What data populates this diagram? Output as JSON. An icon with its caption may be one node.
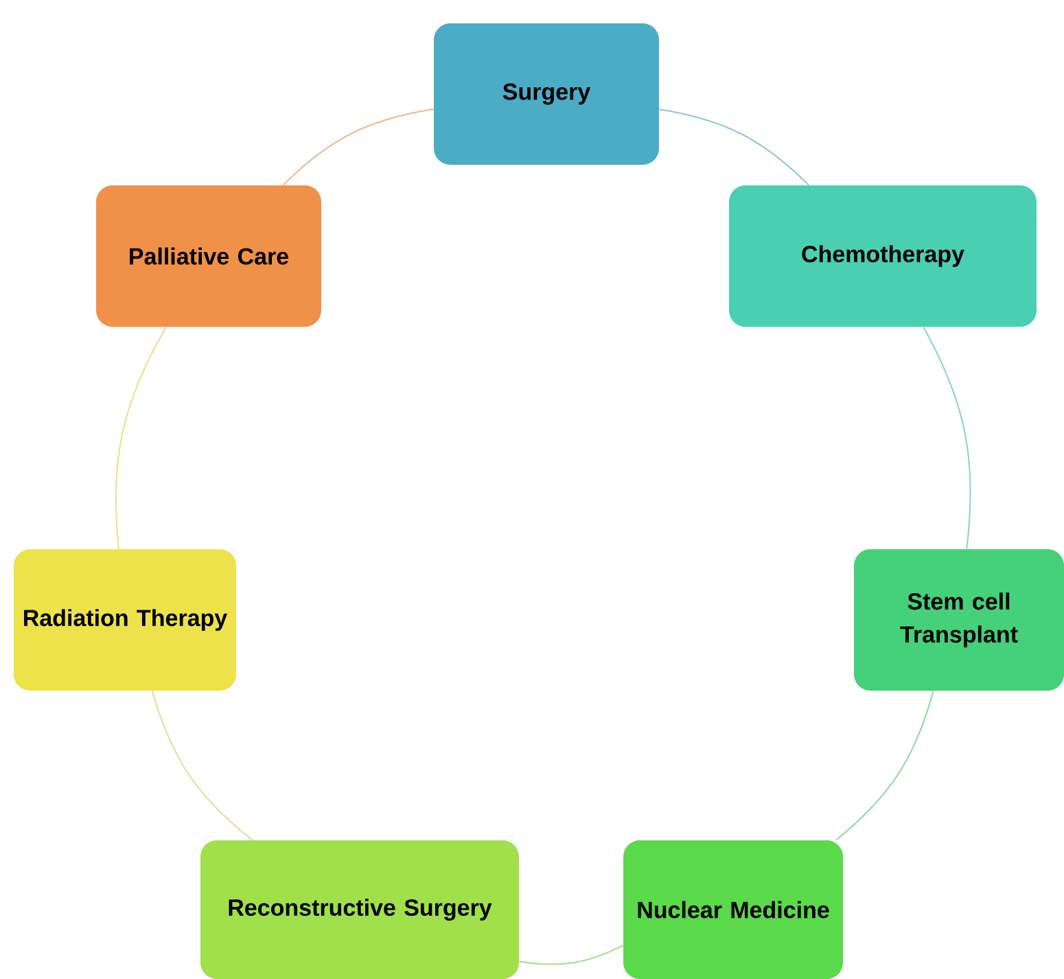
{
  "diagram": {
    "nodes": [
      {
        "text": [
          "Surgery"
        ]
      },
      {
        "text": [
          "Chemotherapy"
        ]
      },
      {
        "text": [
          "Stem cell Transplant"
        ]
      },
      {
        "text": [
          "Nuclear Medicine"
        ]
      },
      {
        "text": [
          "Reconstructive Surgery"
        ]
      },
      {
        "text": [
          "Radiation Therapy"
        ]
      },
      {
        "text": [
          "Palliative Care"
        ]
      }
    ],
    "edges": [
      {
        "from": 0,
        "to": 1,
        "arrow": "none",
        "color": "#86c6d6"
      },
      {
        "from": 1,
        "to": 2,
        "arrow": "none",
        "color": "#84d6c2"
      },
      {
        "from": 2,
        "to": 3,
        "arrow": "none",
        "color": "#8ad9a4"
      },
      {
        "from": 3,
        "to": 4,
        "arrow": "none",
        "color": "#9fdf86"
      },
      {
        "from": 4,
        "to": 5,
        "arrow": "none",
        "color": "#cfe68f"
      },
      {
        "from": 5,
        "to": 6,
        "arrow": "none",
        "color": "#f0dc86"
      },
      {
        "from": 6,
        "to": 0,
        "arrow": "none",
        "color": "#f2b486"
      }
    ]
  }
}
